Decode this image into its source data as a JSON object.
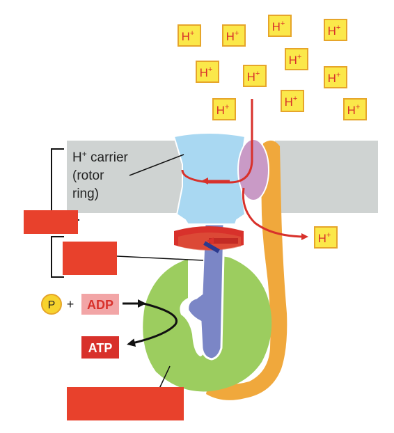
{
  "proton_label": "H",
  "proton_charge": "+",
  "carrier_label": {
    "line1_main": "H",
    "line1_sup": "+",
    "line1_rest": " carrier",
    "line2": "(rotor",
    "line3": "ring)"
  },
  "phosphate_label": "P",
  "plus_sign": "+",
  "adp_label": "ADP",
  "atp_label": "ATP",
  "colors": {
    "membrane": "#cfd3d2",
    "rotor_ring": "#a9d8f2",
    "stator_purple": "#c99ac6",
    "stalk_orange": "#f0a83c",
    "catalytic_knob": "#9ccd5f",
    "rod_blue": "#7b86c6",
    "hidden_label_box": "#e8412c",
    "proton_box_fill": "#fbe84a",
    "proton_box_stroke": "#e6a52a",
    "proton_text": "#d8312b",
    "arrow_red": "#d8312b",
    "adp_box": "#f2a5a6",
    "atp_box": "#d8312b",
    "phosphate_circle": "#f7d32e"
  }
}
